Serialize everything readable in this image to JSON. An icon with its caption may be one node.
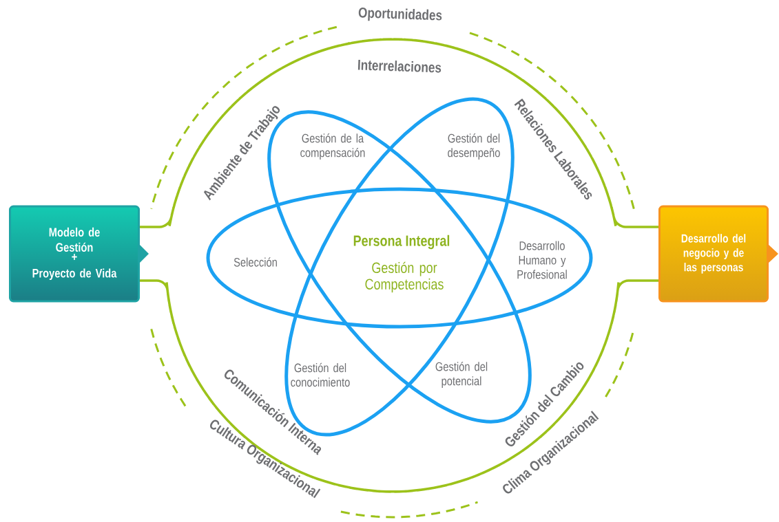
{
  "diagram": {
    "nodes": [
      {
        "text": [
          "Modelo de Gestión",
          "+",
          "Proyecto de Vida"
        ]
      },
      {
        "text": [
          "Desarrollo del negocio y de las personas"
        ]
      }
    ],
    "edges": [
      {
        "from": 0,
        "to": 1,
        "arrow": "none"
      },
      {
        "from": 0,
        "to": 1,
        "arrow": "none"
      }
    ],
    "labels": [
      "Oportunidades",
      "Interrelaciones",
      "Ambiente de Trabajo",
      "Relaciones Laborales",
      "Gestión de la compensación",
      "Gestión del desempeño",
      "Persona Integral",
      "Selección",
      "Desarrollo Humano y Profesional",
      "Gestión por Competencias",
      "Gestión del conocimiento",
      "Gestión del potencial",
      "Comunicación Interna",
      "Gestión del Cambio",
      "Cultura Organizacional",
      "Clima Organizacional"
    ]
  }
}
